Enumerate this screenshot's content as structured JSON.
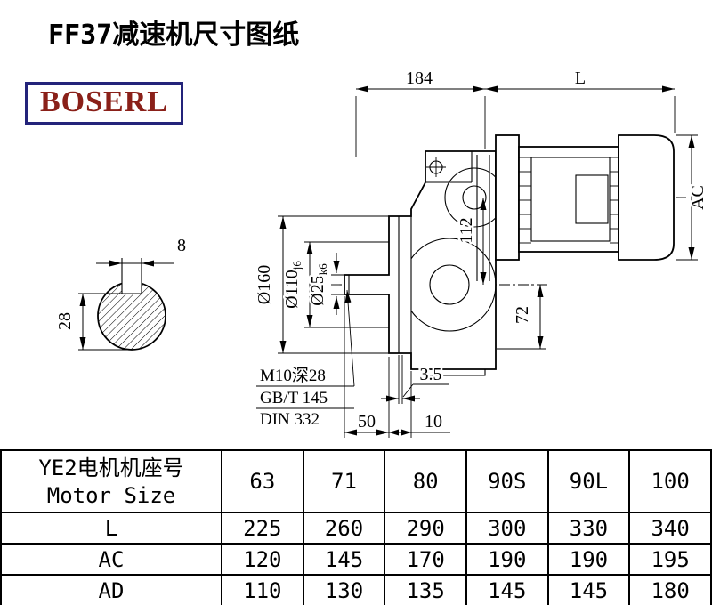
{
  "page": {
    "title": "FF37减速机尺寸图纸",
    "logo": "BOSERL",
    "background": "#ffffff",
    "line_color": "#000000",
    "logo_text_color": "#8a2019",
    "logo_border_color": "#23237a"
  },
  "drawing": {
    "top_dims": {
      "width": "184",
      "length": "L"
    },
    "ac": "AC",
    "shaft": {
      "key_width": "8",
      "height": "28"
    },
    "dia": {
      "flange": "Ø160",
      "pilot": "Ø110",
      "pilot_tol": "j6",
      "shaft": "Ø25",
      "shaft_tol": "k6"
    },
    "vdim": {
      "axis": "112",
      "foot": "72"
    },
    "notes": {
      "tap": "M10深28",
      "std1": "GB/T 145",
      "std2": "DIN 332"
    },
    "bottom": {
      "gap": "3.5",
      "len": "50",
      "off": "10"
    }
  },
  "table": {
    "header": {
      "line1": "YE2电机机座号",
      "line2": "Motor Size"
    },
    "columns": [
      "63",
      "71",
      "80",
      "90S",
      "90L",
      "100"
    ],
    "rows": [
      {
        "label": "L",
        "values": [
          "225",
          "260",
          "290",
          "300",
          "330",
          "340"
        ]
      },
      {
        "label": "AC",
        "values": [
          "120",
          "145",
          "170",
          "190",
          "190",
          "195"
        ]
      },
      {
        "label": "AD",
        "values": [
          "110",
          "130",
          "135",
          "145",
          "145",
          "180"
        ]
      }
    ]
  }
}
